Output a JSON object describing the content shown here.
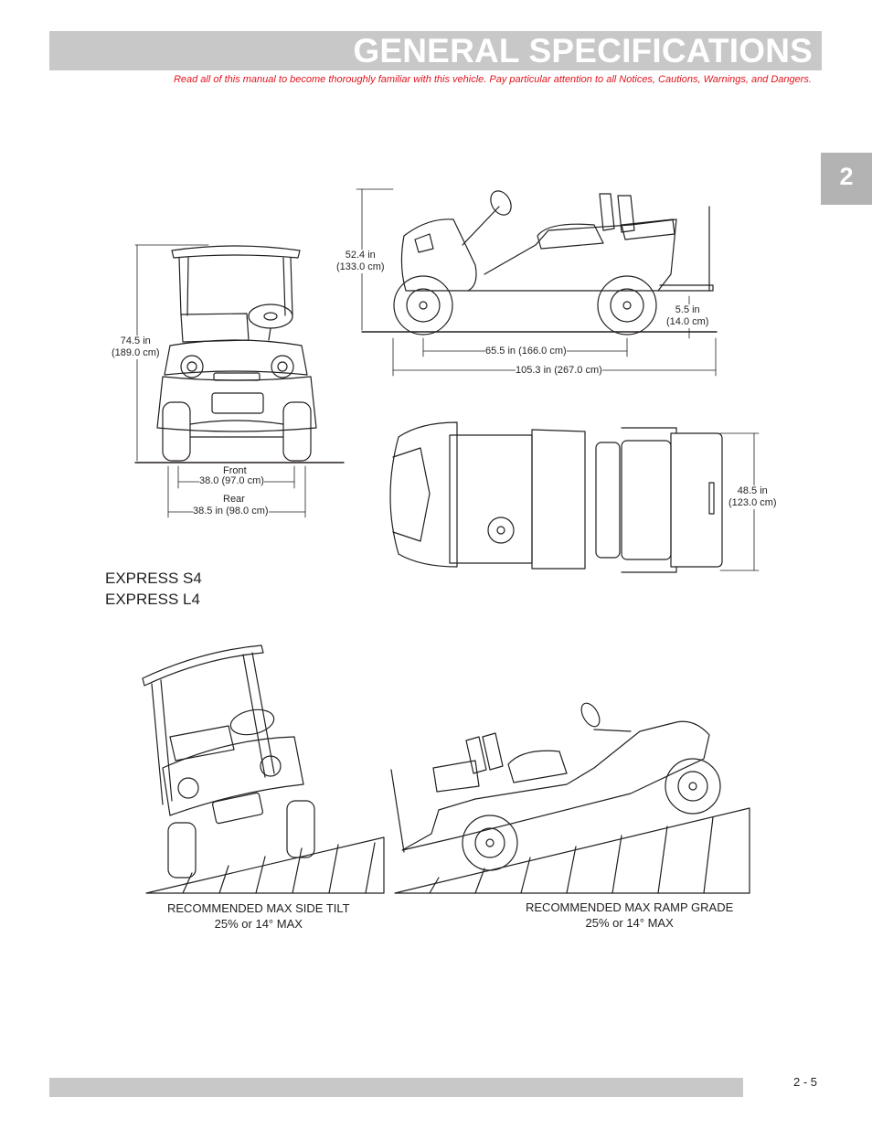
{
  "header": {
    "title": "GENERAL SPECIFICATIONS",
    "notice": "Read all of this manual to become thoroughly familiar with this vehicle. Pay particular attention to all Notices, Cautions, Warnings, and Dangers."
  },
  "chapter_tab": "2",
  "dimensions": {
    "height_in": "74.5 in",
    "height_cm": "(189.0 cm)",
    "seat_height_in": "52.4 in",
    "seat_height_cm": "(133.0 cm)",
    "clearance_in": "5.5 in",
    "clearance_cm": "(14.0 cm)",
    "wheelbase": "65.5 in (166.0 cm)",
    "length": "105.3 in (267.0 cm)",
    "front_label": "Front",
    "front_track": "38.0 (97.0 cm)",
    "rear_label": "Rear",
    "rear_track": "38.5 in (98.0 cm)",
    "width_in": "48.5 in",
    "width_cm": "(123.0 cm)"
  },
  "models": [
    "EXPRESS S4",
    "EXPRESS L4"
  ],
  "captions": {
    "side_tilt_line1": "RECOMMENDED MAX SIDE TILT",
    "side_tilt_line2": "25% or 14° MAX",
    "ramp_line1": "RECOMMENDED MAX RAMP GRADE",
    "ramp_line2": "25% or 14° MAX"
  },
  "footer": {
    "page": "2 -  5"
  }
}
